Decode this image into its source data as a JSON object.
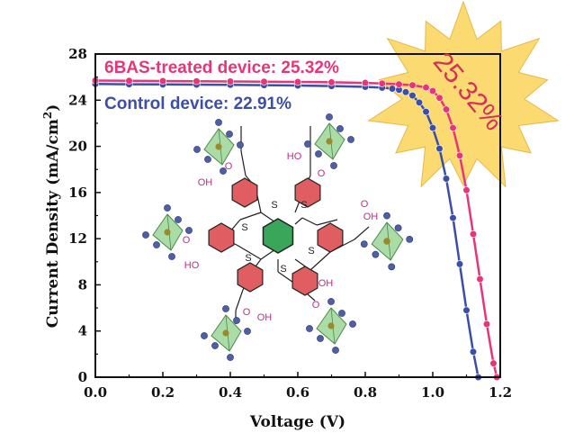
{
  "chart_data": {
    "type": "line",
    "xlabel": "Voltage (V)",
    "ylabel": "Current Density (mA/cm",
    "ylabel_sup": "2",
    "ylabel_close": ")",
    "xlim": [
      0.0,
      1.2
    ],
    "ylim": [
      0,
      28
    ],
    "x_ticks": [
      "0.0",
      "0.2",
      "0.4",
      "0.6",
      "0.8",
      "1.0",
      "1.2"
    ],
    "y_ticks": [
      "0",
      "4",
      "8",
      "12",
      "16",
      "20",
      "24",
      "28"
    ],
    "grid": false,
    "legend_position": "top-left",
    "series": [
      {
        "name": "6BAS-treated device: 25.32%",
        "color": "#e8357a",
        "x": [
          0.0,
          0.1,
          0.2,
          0.3,
          0.4,
          0.5,
          0.6,
          0.7,
          0.8,
          0.85,
          0.9,
          0.94,
          0.98,
          1.0,
          1.02,
          1.04,
          1.06,
          1.08,
          1.1,
          1.12,
          1.14,
          1.16,
          1.18,
          1.19
        ],
        "y": [
          25.7,
          25.68,
          25.66,
          25.64,
          25.62,
          25.6,
          25.58,
          25.55,
          25.5,
          25.45,
          25.38,
          25.3,
          25.1,
          24.8,
          24.2,
          23.2,
          21.6,
          19.2,
          16.2,
          12.4,
          8.5,
          4.6,
          1.2,
          0.0
        ]
      },
      {
        "name": "Control device: 22.91%",
        "color": "#3b4ea8",
        "x": [
          0.0,
          0.1,
          0.2,
          0.3,
          0.4,
          0.5,
          0.6,
          0.7,
          0.8,
          0.85,
          0.88,
          0.9,
          0.92,
          0.94,
          0.96,
          0.98,
          1.0,
          1.02,
          1.04,
          1.06,
          1.08,
          1.1,
          1.12,
          1.135
        ],
        "y": [
          25.4,
          25.38,
          25.36,
          25.35,
          25.33,
          25.3,
          25.27,
          25.22,
          25.15,
          25.08,
          25.0,
          24.9,
          24.7,
          24.4,
          23.8,
          23.0,
          21.6,
          19.8,
          17.2,
          13.8,
          9.8,
          5.8,
          2.2,
          0.0
        ]
      }
    ],
    "annotation": "25.32%",
    "annotation_color": "#d63058",
    "burst_color": "#fcd86a"
  },
  "molecule": {
    "s_label": "S",
    "o_label": "O",
    "oh_label": "OH",
    "ho_label": "HO",
    "ring_color": "#e05e62",
    "core_color": "#3aa65a",
    "octahedron_color": "#8fcf8a",
    "atom_color": "#4e5fa8"
  }
}
